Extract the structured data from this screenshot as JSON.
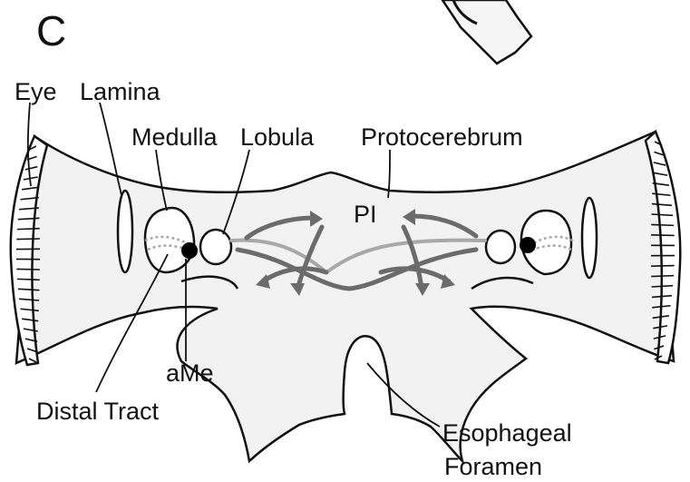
{
  "panel_letter": "C",
  "labels": {
    "eye": "Eye",
    "lamina": "Lamina",
    "medulla": "Medulla",
    "lobula": "Lobula",
    "protocerebrum": "Protocerebrum",
    "pi": "PI",
    "ame": "aMe",
    "distal_tract": "Distal Tract",
    "esophageal": "Esophageal",
    "foramen": "Foramen"
  },
  "colors": {
    "outline": "#111111",
    "tissue_fill": "#f2f2f2",
    "pathway_dark": "#6b6b6b",
    "pathway_light": "#a8a8a8",
    "ame_dot": "#000000"
  }
}
